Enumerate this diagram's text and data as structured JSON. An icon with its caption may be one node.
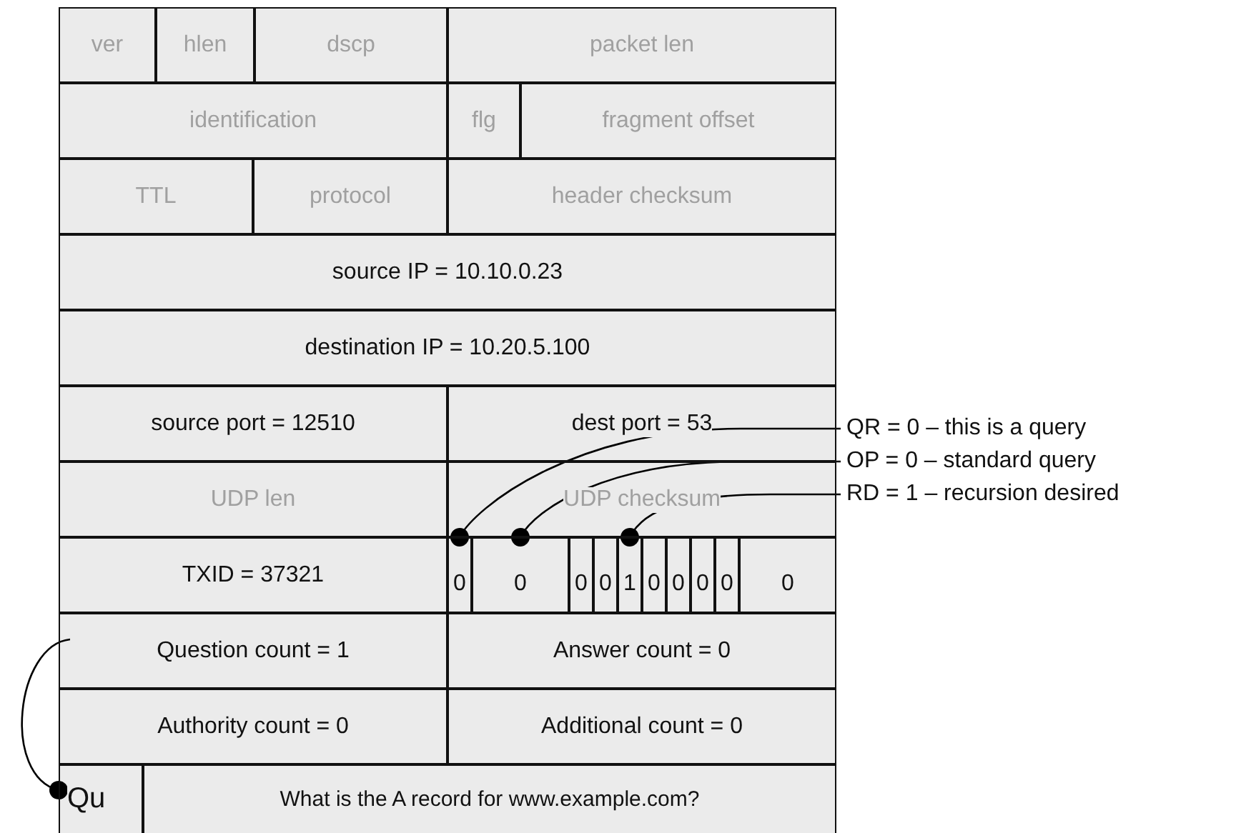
{
  "diagram": {
    "nodes": [
      {
        "text": [
          "ver"
        ]
      },
      {
        "text": [
          "hlen"
        ]
      },
      {
        "text": [
          "dscp"
        ]
      },
      {
        "text": [
          "packet len"
        ]
      },
      {
        "text": [
          "identification"
        ]
      },
      {
        "text": [
          "flg"
        ]
      },
      {
        "text": [
          "fragment offset"
        ]
      },
      {
        "text": [
          "TTL"
        ]
      },
      {
        "text": [
          "protocol"
        ]
      },
      {
        "text": [
          "header checksum"
        ]
      },
      {
        "text": [
          "source IP = 10.10.0.23"
        ]
      },
      {
        "text": [
          "destination IP = 10.20.5.100"
        ]
      },
      {
        "text": [
          "source port = 12510"
        ]
      },
      {
        "text": [
          "dest port = 53"
        ]
      },
      {
        "text": [
          "UDP len"
        ]
      },
      {
        "text": [
          "UDP checksum"
        ]
      },
      {
        "text": [
          "TXID = 37321"
        ]
      },
      {
        "text": [
          "0"
        ]
      },
      {
        "text": [
          "0"
        ]
      },
      {
        "text": [
          "0"
        ]
      },
      {
        "text": [
          "0"
        ]
      },
      {
        "text": [
          "1"
        ]
      },
      {
        "text": [
          "0"
        ]
      },
      {
        "text": [
          "0"
        ]
      },
      {
        "text": [
          "0"
        ]
      },
      {
        "text": [
          "0"
        ]
      },
      {
        "text": [
          "0"
        ]
      },
      {
        "text": [
          "Question count = 1"
        ]
      },
      {
        "text": [
          "Answer count = 0"
        ]
      },
      {
        "text": [
          "Authority count = 0"
        ]
      },
      {
        "text": [
          "Additional count = 0"
        ]
      },
      {
        "text": [
          "Qu"
        ]
      },
      {
        "text": [
          "What is the A record for www.example.com?"
        ]
      },
      {
        "text": [
          "QR = 0 – this is a query"
        ]
      },
      {
        "text": [
          "OP = 0 – standard query"
        ]
      },
      {
        "text": [
          "RD = 1 – recursion desired"
        ]
      }
    ],
    "edges": [
      {
        "from": 33,
        "to": 17,
        "arrow": "other"
      },
      {
        "from": 34,
        "to": 18,
        "arrow": "other"
      },
      {
        "from": 35,
        "to": 21,
        "arrow": "other"
      },
      {
        "from": 27,
        "to": 31,
        "arrow": "other"
      }
    ]
  }
}
